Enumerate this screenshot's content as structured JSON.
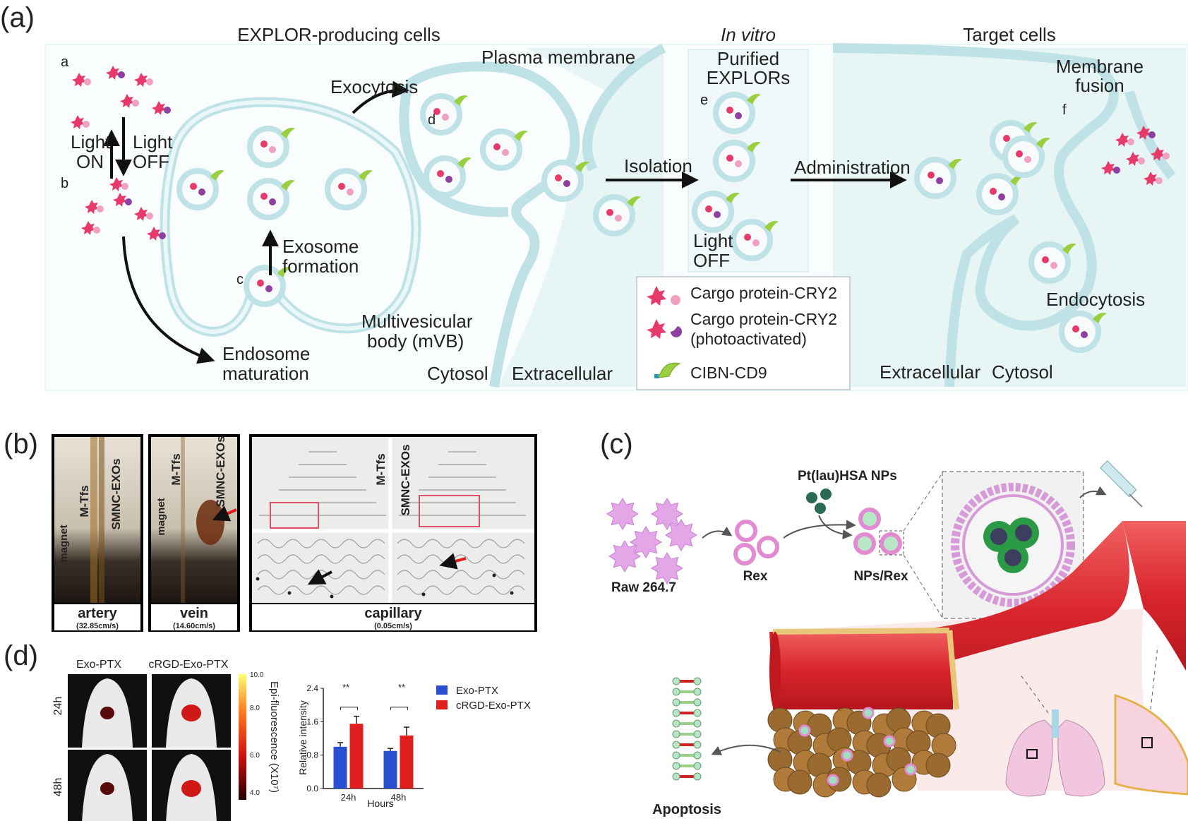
{
  "panel_a": {
    "label": "(a)",
    "headers": {
      "producing": "EXPLOR-producing cells",
      "invitro": "In vitro",
      "target": "Target cells"
    },
    "letters": [
      "a",
      "b",
      "c",
      "d",
      "e",
      "f"
    ],
    "labels": {
      "plasma_membrane": "Plasma membrane",
      "exocytosis": "Exocytosis",
      "light_on_1": "Light",
      "light_on_2": "ON",
      "light_off_1": "Light",
      "light_off_2": "OFF",
      "exosome_1": "Exosome",
      "exosome_2": "formation",
      "mvb_1": "Multivesicular",
      "mvb_2": "body (mVB)",
      "endosome_1": "Endosome",
      "endosome_2": "maturation",
      "cytosol_left": "Cytosol",
      "extracellular_left": "Extracellular",
      "purified_1": "Purified",
      "purified_2": "EXPLORs",
      "isolation": "Isolation",
      "administration": "Administration",
      "light_off_e_1": "Light",
      "light_off_e_2": "OFF",
      "membrane_fusion_1": "Membrane",
      "membrane_fusion_2": "fusion",
      "endocytosis": "Endocytosis",
      "extracellular_right": "Extracellular",
      "cytosol_right": "Cytosol"
    },
    "legend": {
      "item1": "Cargo protein-CRY2",
      "item2_1": "Cargo protein-CRY2",
      "item2_2": "(photoactivated)",
      "item3": "CIBN-CD9"
    }
  },
  "panel_b": {
    "label": "(b)",
    "mtfs": "M-Tfs",
    "smnc": "SMNC-EXOs",
    "magnet": "magnet",
    "artery": "artery",
    "artery_speed": "(32.85cm/s)",
    "vein": "vein",
    "vein_speed": "(14.60cm/s)",
    "capillary": "capillary",
    "capillary_speed": "(0.05cm/s)"
  },
  "panel_c": {
    "label": "(c)",
    "raw": "Raw 264.7",
    "rex": "Rex",
    "nps": "Pt(lau)HSA NPs",
    "npsrex": "NPs/Rex",
    "apoptosis": "Apoptosis"
  },
  "panel_d": {
    "label": "(d)",
    "col1": "Exo-PTX",
    "col2": "cRGD-Exo-PTX",
    "row1": "24h",
    "row2": "48h",
    "colorbar_label": "Epi-fluorescence (X10⁷)",
    "colorbar_ticks": [
      "10.0",
      "8.0",
      "6.0",
      "4.0"
    ],
    "sig1": "**",
    "sig2": "**"
  },
  "chart_data": {
    "type": "bar",
    "categories": [
      "24h",
      "48h"
    ],
    "series": [
      {
        "name": "Exo-PTX",
        "values": [
          1.0,
          0.9
        ],
        "errors": [
          0.1,
          0.06
        ],
        "color": "#2b4fd1"
      },
      {
        "name": "cRGD-Exo-PTX",
        "values": [
          1.55,
          1.27
        ],
        "errors": [
          0.18,
          0.2
        ],
        "color": "#e02020"
      }
    ],
    "xlabel": "Hours",
    "ylabel": "Relative intensity",
    "ylim": [
      0,
      2.4
    ],
    "yticks": [
      "0.0",
      "0.8",
      "1.6",
      "2.4"
    ],
    "legend": "right"
  }
}
